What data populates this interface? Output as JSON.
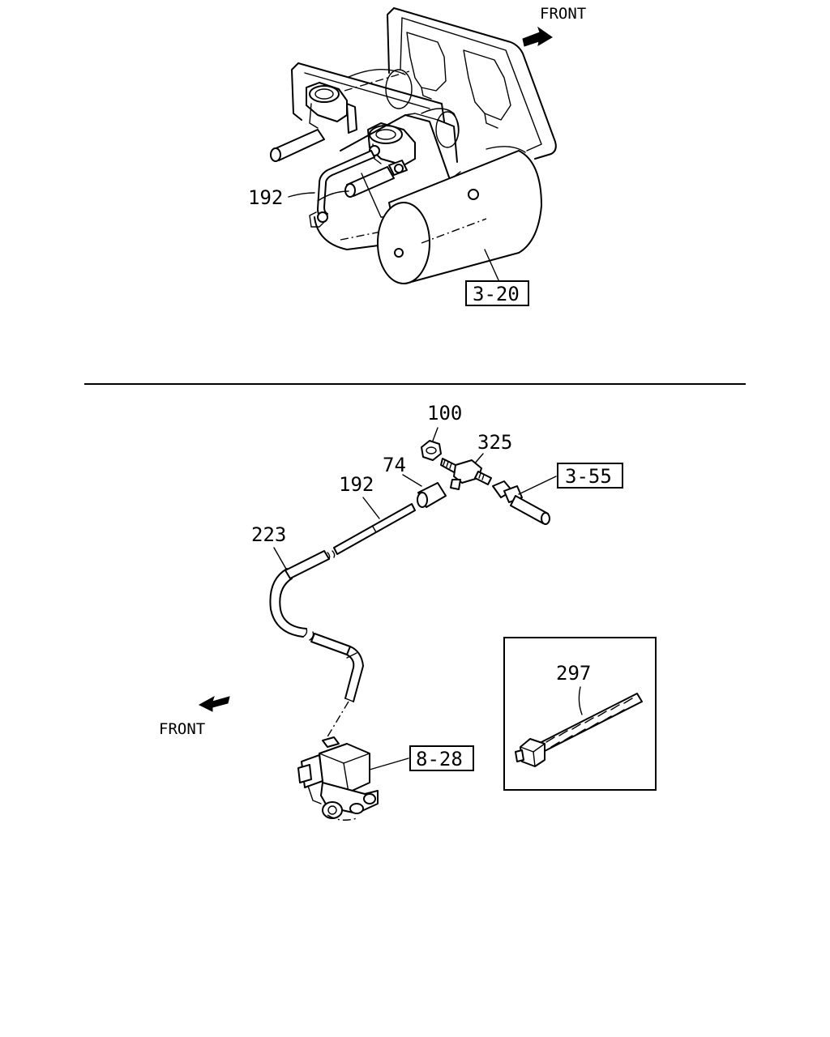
{
  "upper_view": {
    "front_label": "FRONT",
    "callouts": [
      {
        "id": "upper-192",
        "text": "192"
      }
    ],
    "reference_boxes": [
      {
        "id": "ref-3-20",
        "text": "3-20"
      }
    ]
  },
  "lower_view": {
    "front_label": "FRONT",
    "callouts": [
      {
        "id": "lower-100",
        "text": "100"
      },
      {
        "id": "lower-325",
        "text": "325"
      },
      {
        "id": "lower-74",
        "text": "74"
      },
      {
        "id": "lower-192",
        "text": "192"
      },
      {
        "id": "lower-223",
        "text": "223"
      }
    ],
    "reference_boxes": [
      {
        "id": "ref-3-55",
        "text": "3-55"
      },
      {
        "id": "ref-8-28",
        "text": "8-28"
      }
    ],
    "inset": {
      "callout": "297"
    }
  },
  "colors": {
    "line": "#000000",
    "background": "#ffffff"
  }
}
